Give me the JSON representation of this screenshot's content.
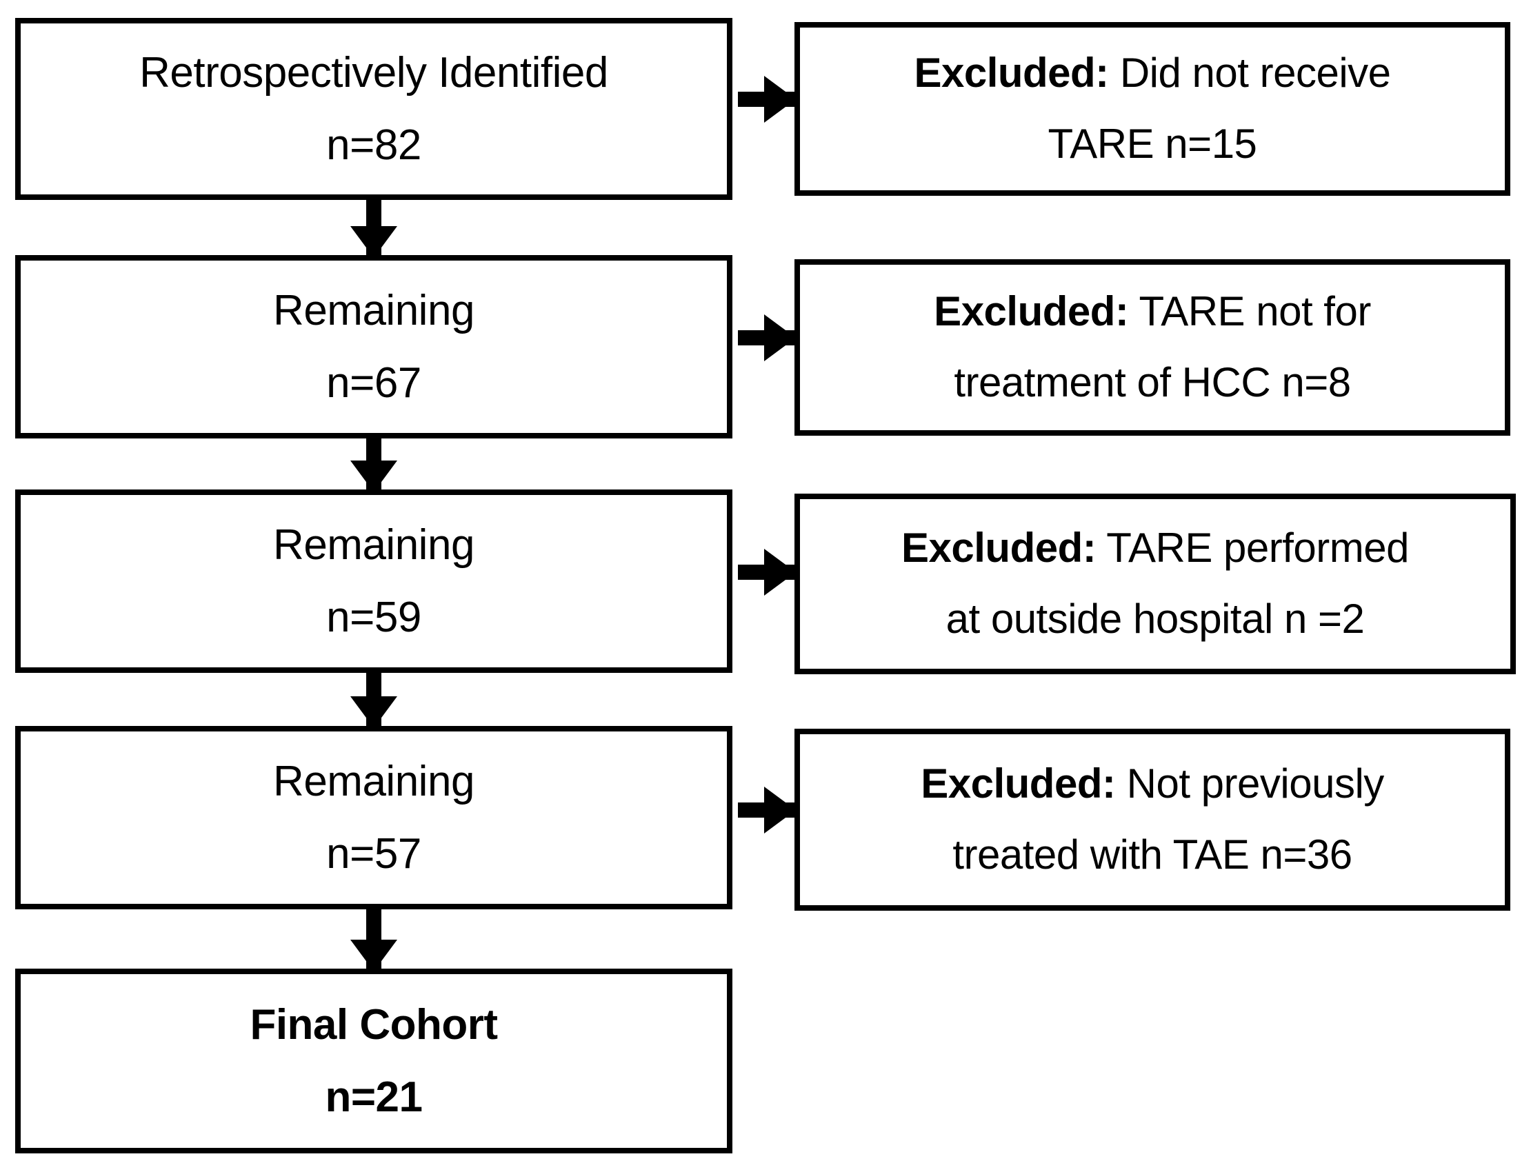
{
  "diagram": {
    "type": "patient-selection-flowchart",
    "title": "",
    "colors": {
      "box_border": "#000000",
      "box_fill": "#ffffff",
      "arrow": "#000000",
      "text": "#000000"
    },
    "flow_nodes": [
      {
        "id": "identified",
        "line1": "Retrospectively Identified",
        "line2": "n=82",
        "count": 82,
        "bold": false
      },
      {
        "id": "remaining-67",
        "line1": "Remaining",
        "line2": "n=67",
        "count": 67,
        "bold": false
      },
      {
        "id": "remaining-59",
        "line1": "Remaining",
        "line2": "n=59",
        "count": 59,
        "bold": false
      },
      {
        "id": "remaining-57",
        "line1": "Remaining",
        "line2": "n=57",
        "count": 57,
        "bold": false
      },
      {
        "id": "final-cohort",
        "line1": "Final Cohort",
        "line2": "n=21",
        "count": 21,
        "bold": true
      }
    ],
    "exclusion_nodes": [
      {
        "id": "excl-no-tare",
        "label": "Excluded:",
        "line1_rest": " Did not receive",
        "line2": "TARE n=15",
        "count": 15
      },
      {
        "id": "excl-not-hcc",
        "label": "Excluded:",
        "line1_rest": " TARE not for",
        "line2": "treatment of HCC n=8",
        "count": 8
      },
      {
        "id": "excl-outside-hospital",
        "label": "Excluded:",
        "line1_rest": " TARE performed",
        "line2": "at outside hospital n =2",
        "count": 2
      },
      {
        "id": "excl-no-prior-tae",
        "label": "Excluded:",
        "line1_rest": " Not previously",
        "line2": "treated with TAE n=36",
        "count": 36
      }
    ],
    "connectors": {
      "down_arrow_icon": "arrow-down-icon",
      "right_arrow_icon": "arrow-right-icon",
      "down_count": 4,
      "right_count": 4
    }
  }
}
